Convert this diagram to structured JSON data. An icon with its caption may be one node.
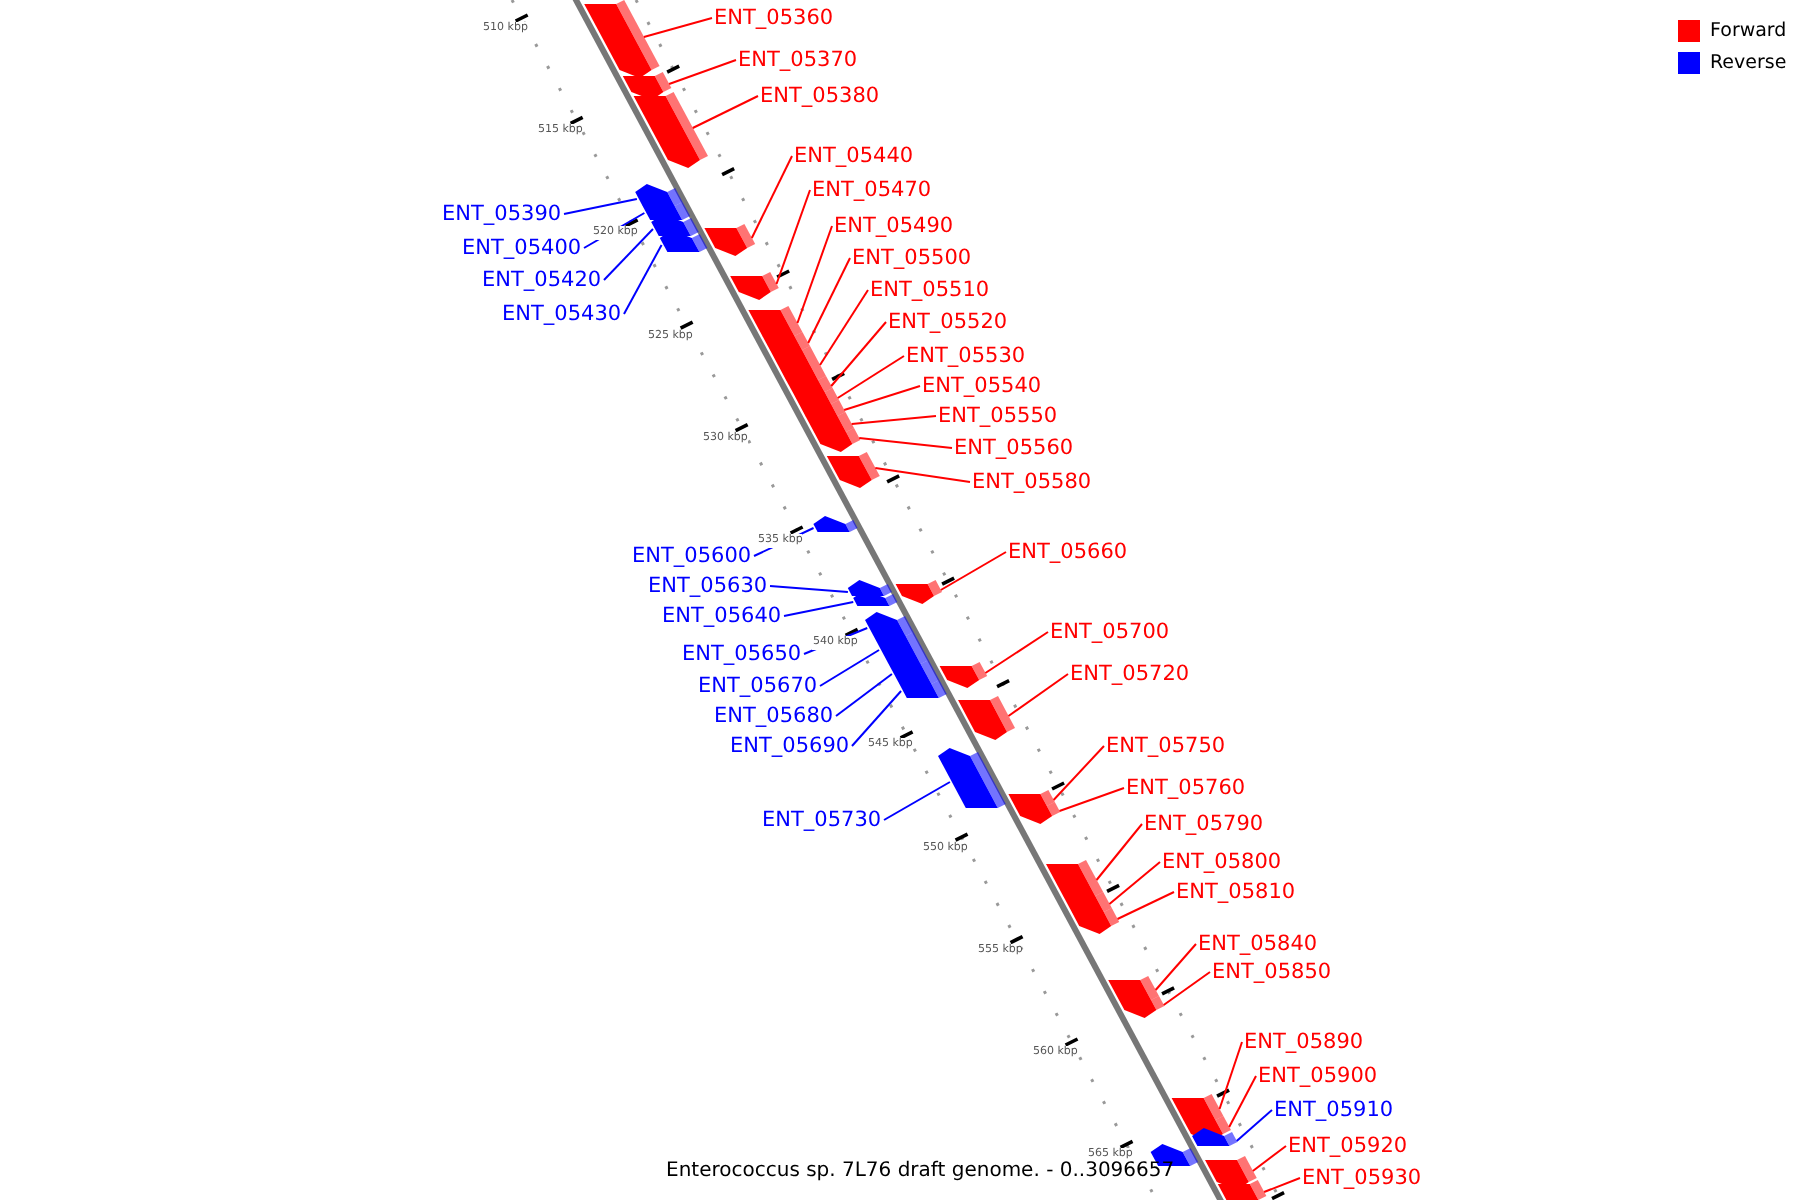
{
  "diagram": {
    "caption": "Enterococcus sp. 7L76 draft genome. - 0..3096657",
    "nodes": [
      {
        "text": [
          "ENT_05360"
        ]
      },
      {
        "text": [
          "ENT_05370"
        ]
      },
      {
        "text": [
          "ENT_05380"
        ]
      },
      {
        "text": [
          "ENT_05440"
        ]
      },
      {
        "text": [
          "ENT_05470"
        ]
      },
      {
        "text": [
          "ENT_05390"
        ]
      },
      {
        "text": [
          "ENT_05490"
        ]
      },
      {
        "text": [
          "ENT_05400"
        ]
      },
      {
        "text": [
          "ENT_05500"
        ]
      },
      {
        "text": [
          "ENT_05420"
        ]
      },
      {
        "text": [
          "ENT_05510"
        ]
      },
      {
        "text": [
          "ENT_05430"
        ]
      },
      {
        "text": [
          "ENT_05520"
        ]
      },
      {
        "text": [
          "ENT_05530"
        ]
      },
      {
        "text": [
          "ENT_05540"
        ]
      },
      {
        "text": [
          "ENT_05550"
        ]
      },
      {
        "text": [
          "ENT_05560"
        ]
      },
      {
        "text": [
          "ENT_05580"
        ]
      },
      {
        "text": [
          "ENT_05660"
        ]
      },
      {
        "text": [
          "ENT_05600"
        ]
      },
      {
        "text": [
          "ENT_05630"
        ]
      },
      {
        "text": [
          "ENT_05640"
        ]
      },
      {
        "text": [
          "ENT_05700"
        ]
      },
      {
        "text": [
          "ENT_05650"
        ]
      },
      {
        "text": [
          "ENT_05720"
        ]
      },
      {
        "text": [
          "ENT_05670"
        ]
      },
      {
        "text": [
          "ENT_05680"
        ]
      },
      {
        "text": [
          "ENT_05690"
        ]
      },
      {
        "text": [
          "ENT_05750"
        ]
      },
      {
        "text": [
          "ENT_05760"
        ]
      },
      {
        "text": [
          "ENT_05730"
        ]
      },
      {
        "text": [
          "ENT_05790"
        ]
      },
      {
        "text": [
          "ENT_05800"
        ]
      },
      {
        "text": [
          "ENT_05810"
        ]
      },
      {
        "text": [
          "ENT_05840"
        ]
      },
      {
        "text": [
          "ENT_05850"
        ]
      },
      {
        "text": [
          "ENT_05890"
        ]
      },
      {
        "text": [
          "ENT_05900"
        ]
      },
      {
        "text": [
          "ENT_05910"
        ]
      },
      {
        "text": [
          "ENT_05920"
        ]
      },
      {
        "text": [
          "ENT_05930"
        ]
      },
      {
        "text": [],
        "shape": "box"
      },
      {
        "text": [],
        "shape": "box"
      },
      {
        "text": [],
        "shape": "box"
      },
      {
        "text": [],
        "shape": "box"
      },
      {
        "text": [],
        "shape": "box"
      },
      {
        "text": [],
        "shape": "box"
      },
      {
        "text": [],
        "shape": "box"
      },
      {
        "text": [],
        "shape": "box"
      },
      {
        "text": [],
        "shape": "box"
      },
      {
        "text": [],
        "shape": "box"
      },
      {
        "text": [],
        "shape": "box"
      },
      {
        "text": [],
        "shape": "box"
      },
      {
        "text": [],
        "shape": "box"
      },
      {
        "text": [],
        "shape": "box"
      },
      {
        "text": [],
        "shape": "box"
      },
      {
        "text": [],
        "shape": "box"
      },
      {
        "text": [],
        "shape": "box"
      },
      {
        "text": [],
        "shape": "box"
      },
      {
        "text": [],
        "shape": "box"
      },
      {
        "text": [],
        "shape": "box"
      },
      {
        "text": [],
        "shape": "box"
      },
      {
        "text": [],
        "shape": "box"
      },
      {
        "text": [],
        "shape": "box"
      },
      {
        "text": [],
        "shape": "box"
      },
      {
        "text": [],
        "shape": "box"
      },
      {
        "text": [],
        "shape": "box"
      },
      {
        "text": [],
        "shape": "box"
      },
      {
        "text": [],
        "shape": "box"
      },
      {
        "text": [],
        "shape": "box"
      },
      {
        "text": [],
        "shape": "box"
      },
      {
        "text": [],
        "shape": "box"
      },
      {
        "text": [],
        "shape": "box"
      },
      {
        "text": [],
        "shape": "box"
      },
      {
        "text": [],
        "shape": "box"
      },
      {
        "text": [],
        "shape": "box"
      },
      {
        "text": [],
        "shape": "box"
      },
      {
        "text": [],
        "shape": "box"
      },
      {
        "text": [],
        "shape": "box"
      },
      {
        "text": [],
        "shape": "box"
      },
      {
        "text": [],
        "shape": "box"
      },
      {
        "text": [],
        "shape": "box"
      },
      {
        "text": [],
        "shape": "box"
      }
    ],
    "edges": [
      {
        "from": 0,
        "to": 41,
        "arrow": "none"
      },
      {
        "from": 1,
        "to": 42,
        "arrow": "none"
      },
      {
        "from": 2,
        "to": 43,
        "arrow": "none"
      },
      {
        "from": 3,
        "to": 44,
        "arrow": "none"
      },
      {
        "from": 4,
        "to": 45,
        "arrow": "none"
      },
      {
        "from": 5,
        "to": 46,
        "arrow": "none",
        "color": "#0000ff"
      },
      {
        "from": 6,
        "to": 47,
        "arrow": "none"
      },
      {
        "from": 7,
        "to": 48,
        "arrow": "none",
        "color": "#0000ff"
      },
      {
        "from": 8,
        "to": 49,
        "arrow": "none"
      },
      {
        "from": 9,
        "to": 50,
        "arrow": "none",
        "color": "#0000ff"
      },
      {
        "from": 10,
        "to": 51,
        "arrow": "none"
      },
      {
        "from": 11,
        "to": 52,
        "arrow": "none",
        "color": "#0000ff"
      },
      {
        "from": 12,
        "to": 53,
        "arrow": "none"
      },
      {
        "from": 13,
        "to": 54,
        "arrow": "none"
      },
      {
        "from": 14,
        "to": 55,
        "arrow": "none"
      },
      {
        "from": 15,
        "to": 56,
        "arrow": "none"
      },
      {
        "from": 16,
        "to": 57,
        "arrow": "none"
      },
      {
        "from": 17,
        "to": 58,
        "arrow": "none"
      },
      {
        "from": 18,
        "to": 59,
        "arrow": "none"
      },
      {
        "from": 19,
        "to": 60,
        "arrow": "none",
        "color": "#0000ff"
      },
      {
        "from": 20,
        "to": 61,
        "arrow": "none",
        "color": "#0000ff"
      },
      {
        "from": 21,
        "to": 62,
        "arrow": "none",
        "color": "#0000ff"
      },
      {
        "from": 22,
        "to": 63,
        "arrow": "none"
      },
      {
        "from": 23,
        "to": 64,
        "arrow": "none",
        "color": "#0000ff"
      },
      {
        "from": 24,
        "to": 65,
        "arrow": "none"
      },
      {
        "from": 25,
        "to": 66,
        "arrow": "none",
        "color": "#0000ff"
      },
      {
        "from": 26,
        "to": 67,
        "arrow": "none",
        "color": "#0000ff"
      },
      {
        "from": 27,
        "to": 68,
        "arrow": "none",
        "color": "#0000ff"
      },
      {
        "from": 28,
        "to": 69,
        "arrow": "none"
      },
      {
        "from": 29,
        "to": 70,
        "arrow": "none"
      },
      {
        "from": 30,
        "to": 71,
        "arrow": "none",
        "color": "#0000ff"
      },
      {
        "from": 31,
        "to": 72,
        "arrow": "none"
      },
      {
        "from": 32,
        "to": 73,
        "arrow": "none"
      },
      {
        "from": 33,
        "to": 74,
        "arrow": "none"
      },
      {
        "from": 34,
        "to": 75,
        "arrow": "none"
      },
      {
        "from": 35,
        "to": 76,
        "arrow": "none"
      },
      {
        "from": 36,
        "to": 77,
        "arrow": "none"
      },
      {
        "from": 37,
        "to": 78,
        "arrow": "none"
      },
      {
        "from": 38,
        "to": 79,
        "arrow": "none",
        "color": "#0000ff"
      },
      {
        "from": 39,
        "to": 80,
        "arrow": "none"
      },
      {
        "from": 40,
        "to": 81,
        "arrow": "none"
      }
    ],
    "labels": [
      "510 kbp",
      "515 kbp",
      "520 kbp",
      "525 kbp",
      "530 kbp",
      "535 kbp",
      "540 kbp",
      "545 kbp",
      "550 kbp",
      "555 kbp",
      "560 kbp",
      "565 kbp"
    ],
    "legend": [
      {
        "text": "Forward",
        "color": "#ff0000"
      },
      {
        "text": "Reverse",
        "color": "#0000ff"
      }
    ]
  }
}
